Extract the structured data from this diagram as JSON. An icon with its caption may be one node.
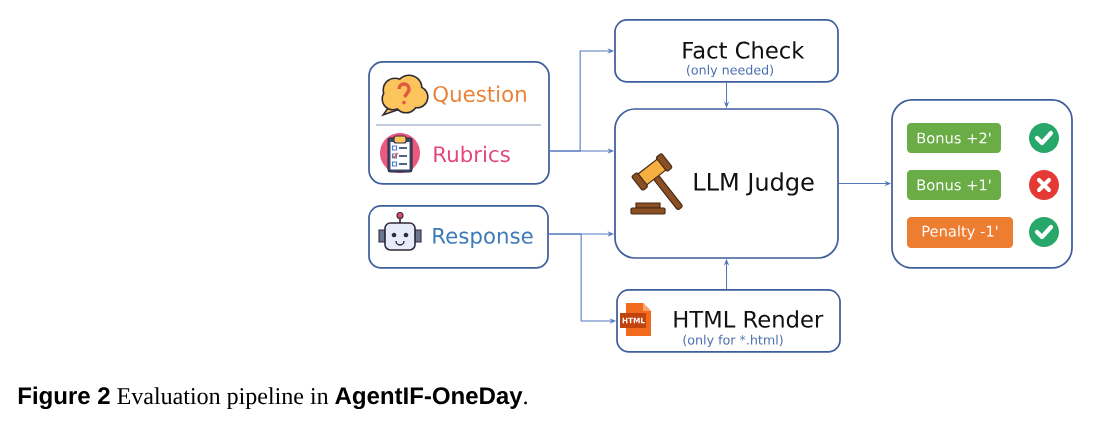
{
  "diagram": {
    "caption": "**Figure 2** Evaluation pipeline in **AgentIF-OneDay**.",
    "nodes": [
      {
        "text": [
          "Question",
          "Rubrics"
        ]
      },
      {
        "text": [
          "Response"
        ]
      },
      {
        "text": [
          "Fact Check",
          "(only needed)"
        ]
      },
      {
        "text": [
          "LLM Judge"
        ]
      },
      {
        "text": [
          "HTML Render",
          "(only for *.html)"
        ]
      },
      {
        "text": [],
        "shape": "box"
      },
      {
        "text": [
          "Bonus +2'"
        ],
        "in": 5
      },
      {
        "text": [
          "Bonus +1'"
        ],
        "in": 5
      },
      {
        "text": [
          "Penalty -1'"
        ],
        "in": 5
      }
    ],
    "edges": [
      {
        "from": 0,
        "to": 3,
        "arrow": "to"
      },
      {
        "from": 0,
        "to": 2,
        "arrow": "to"
      },
      {
        "from": 1,
        "to": 3,
        "arrow": "to"
      },
      {
        "from": 1,
        "to": 4,
        "arrow": "to"
      },
      {
        "from": 2,
        "to": 3,
        "arrow": "to"
      },
      {
        "from": 4,
        "to": 3,
        "arrow": "to"
      },
      {
        "from": 3,
        "to": 5,
        "arrow": "to"
      }
    ],
    "labels": [
      "HTML"
    ]
  }
}
